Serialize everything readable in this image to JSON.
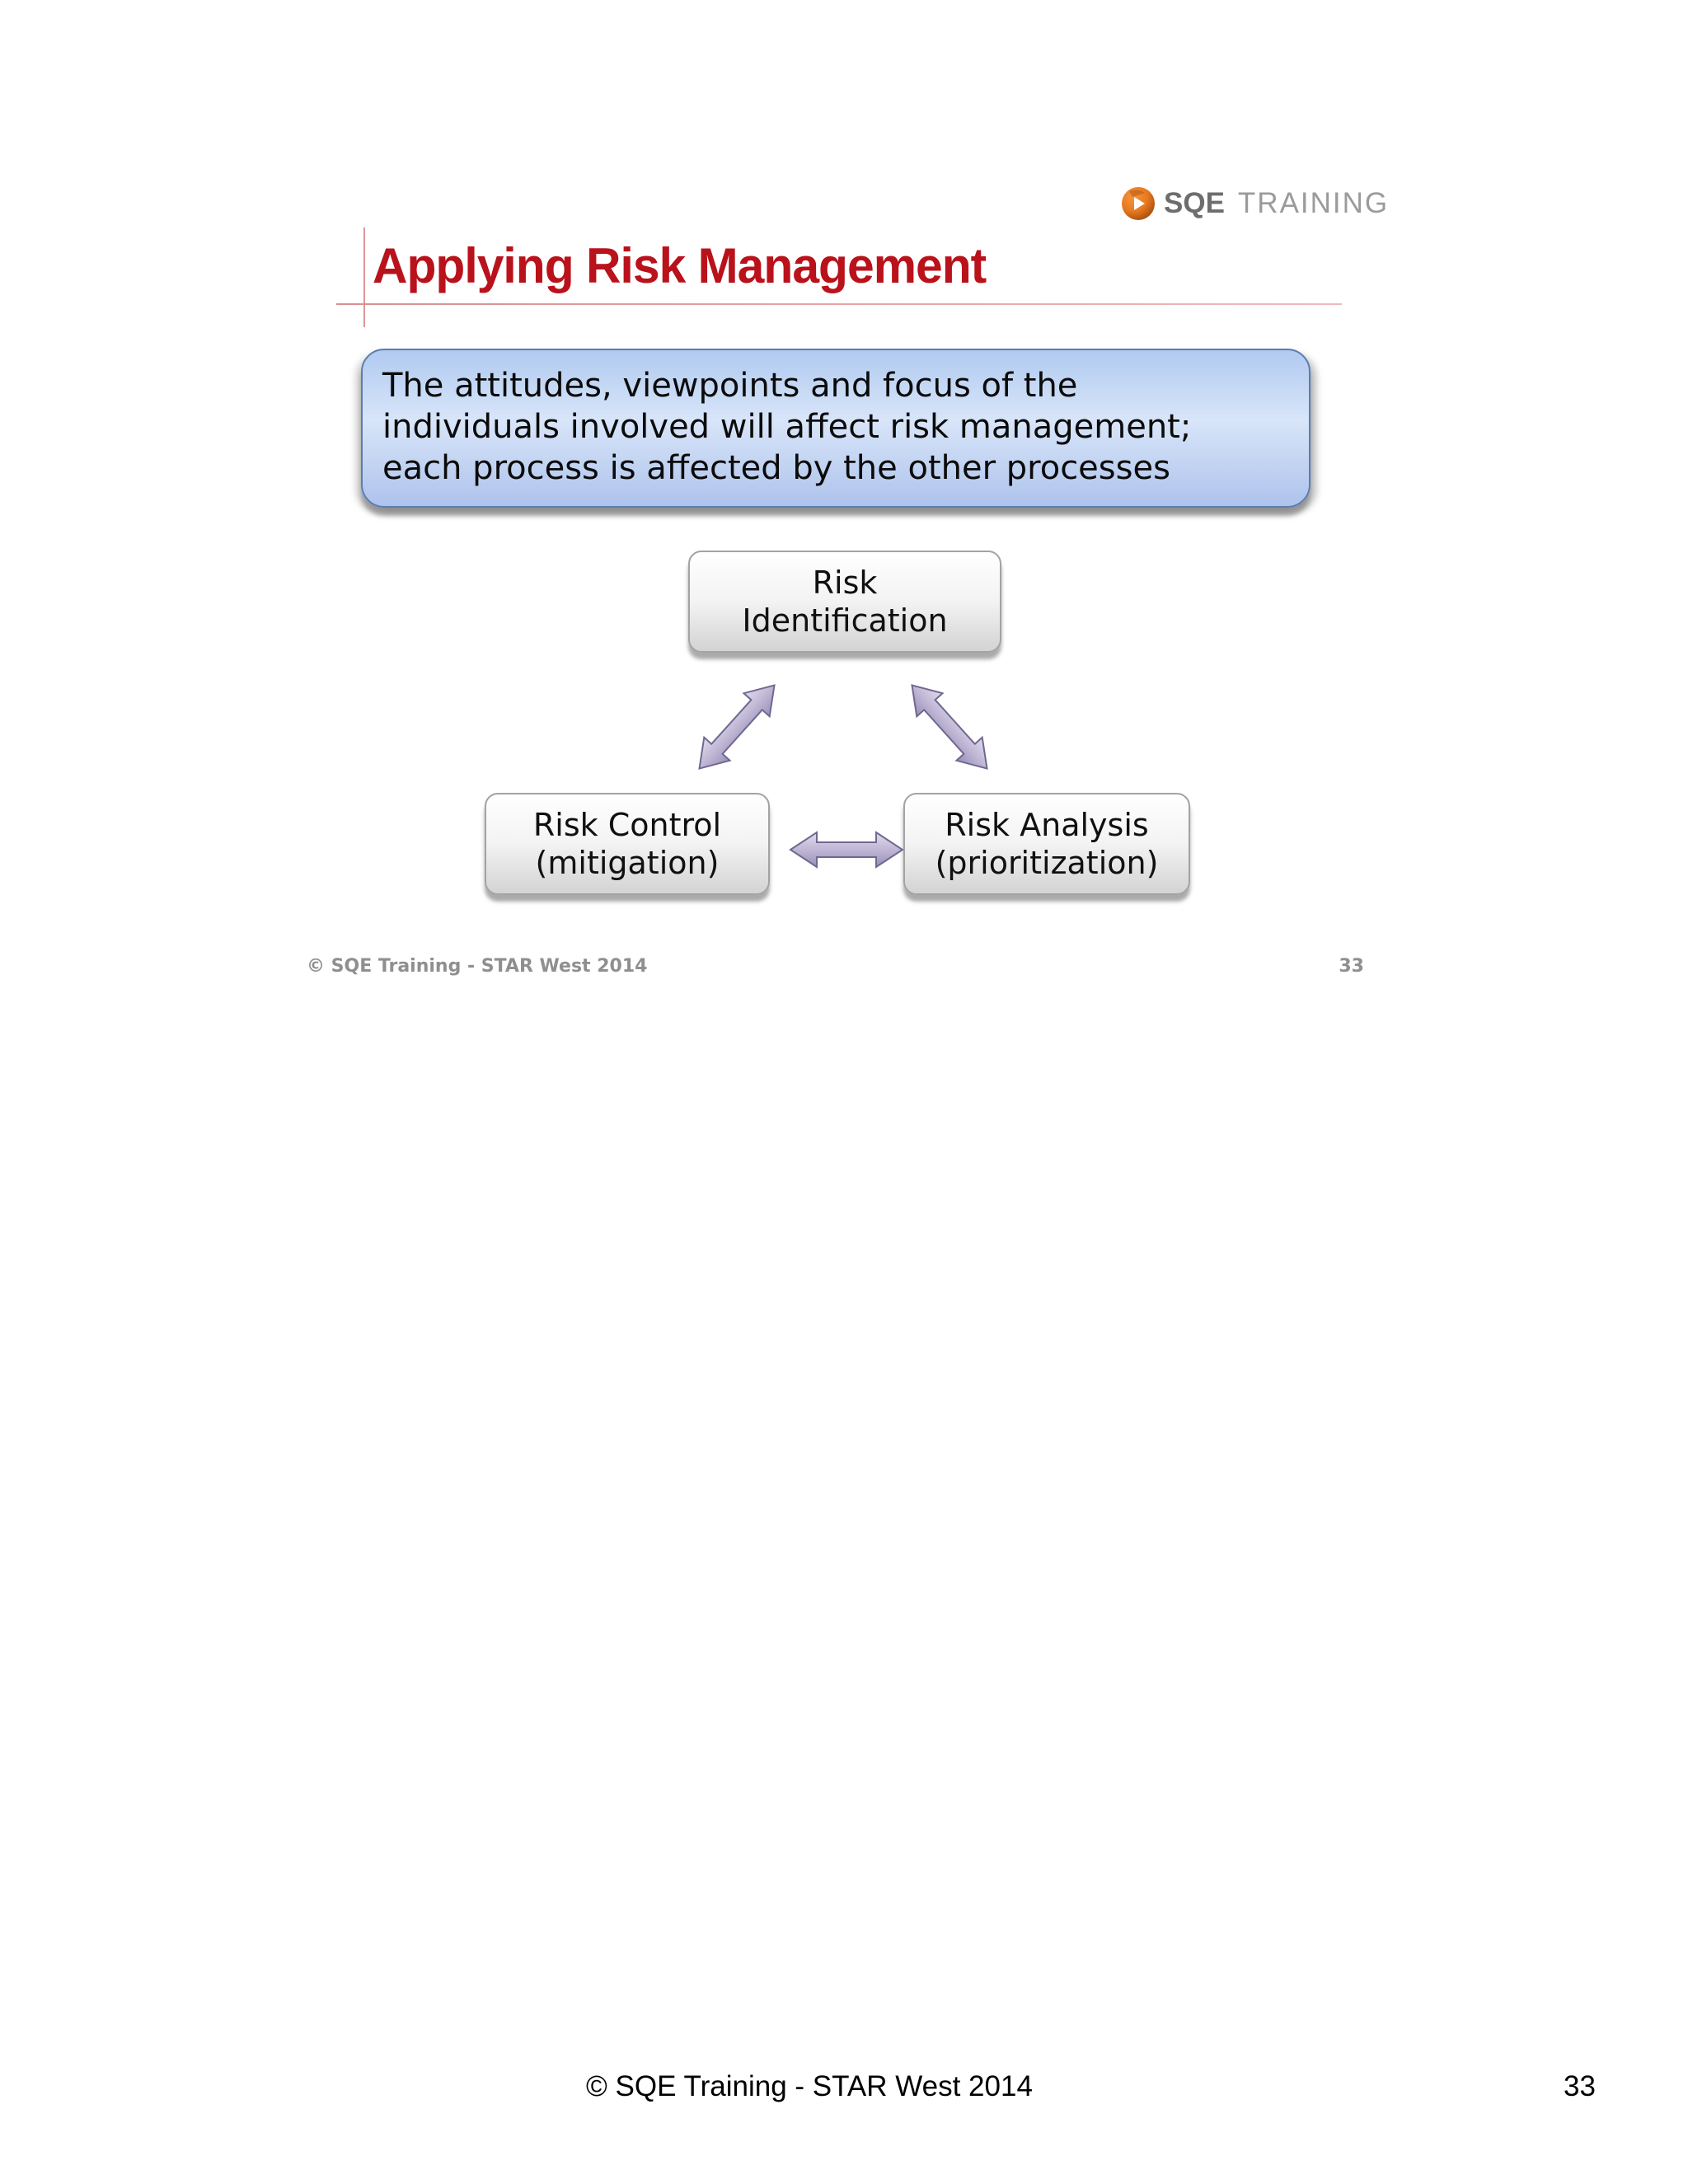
{
  "logo": {
    "icon": "play-swirl-icon",
    "brand_bold": "SQE",
    "brand_light": "TRAINING"
  },
  "slide": {
    "title": "Applying Risk Management",
    "callout": {
      "line1": "The attitudes, viewpoints and focus of the",
      "line2": "individuals involved will affect risk management;",
      "line3": "each process is affected by the other processes"
    },
    "diagram": {
      "nodes": [
        {
          "id": "risk-identification",
          "line1": "Risk",
          "line2": "Identification"
        },
        {
          "id": "risk-control",
          "line1": "Risk Control",
          "line2": "(mitigation)"
        },
        {
          "id": "risk-analysis",
          "line1": "Risk Analysis",
          "line2": "(prioritization)"
        }
      ],
      "arrows": [
        "identification-control",
        "identification-analysis",
        "control-analysis"
      ]
    },
    "footer": {
      "copyright": "© SQE Training - STAR West 2014",
      "page_number": "33"
    }
  },
  "page_footer": {
    "copyright": "© SQE Training - STAR West 2014",
    "page_number": "33"
  },
  "colors": {
    "title_red": "#b9121b",
    "rule_pink": "#dd9597",
    "callout_blue_top": "#b0caf0",
    "callout_blue_mid": "#d8e5f9",
    "callout_border": "#5b7db0",
    "node_gray_bottom": "#d3d3d3",
    "arrow_lavender": "#bcb3d2",
    "logo_orange": "#e8781e",
    "footer_gray": "#8f8f8f"
  }
}
